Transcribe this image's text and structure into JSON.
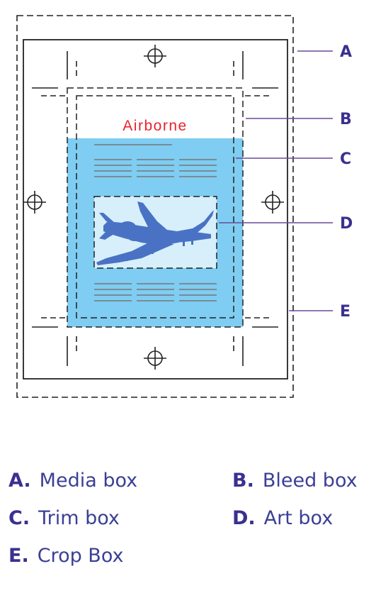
{
  "diagram": {
    "headline": "Airborne",
    "callout_labels": [
      "A",
      "B",
      "C",
      "D",
      "E"
    ],
    "colors": {
      "trim_fill": "#7fcdf2",
      "art_fill": "#d6effb",
      "plane": "#4a72c4",
      "headline": "#e8232e",
      "label": "#3a3090",
      "leader": "#6a4a9a",
      "line": "#222222",
      "text_lines": "#777777"
    },
    "icons": [
      "registration-mark-icon",
      "airplane-icon"
    ]
  },
  "legend": [
    {
      "letter": "A.",
      "text": "Media box"
    },
    {
      "letter": "B.",
      "text": "Bleed box"
    },
    {
      "letter": "C.",
      "text": "Trim box"
    },
    {
      "letter": "D.",
      "text": "Art box"
    },
    {
      "letter": "E.",
      "text": "Crop Box"
    }
  ]
}
